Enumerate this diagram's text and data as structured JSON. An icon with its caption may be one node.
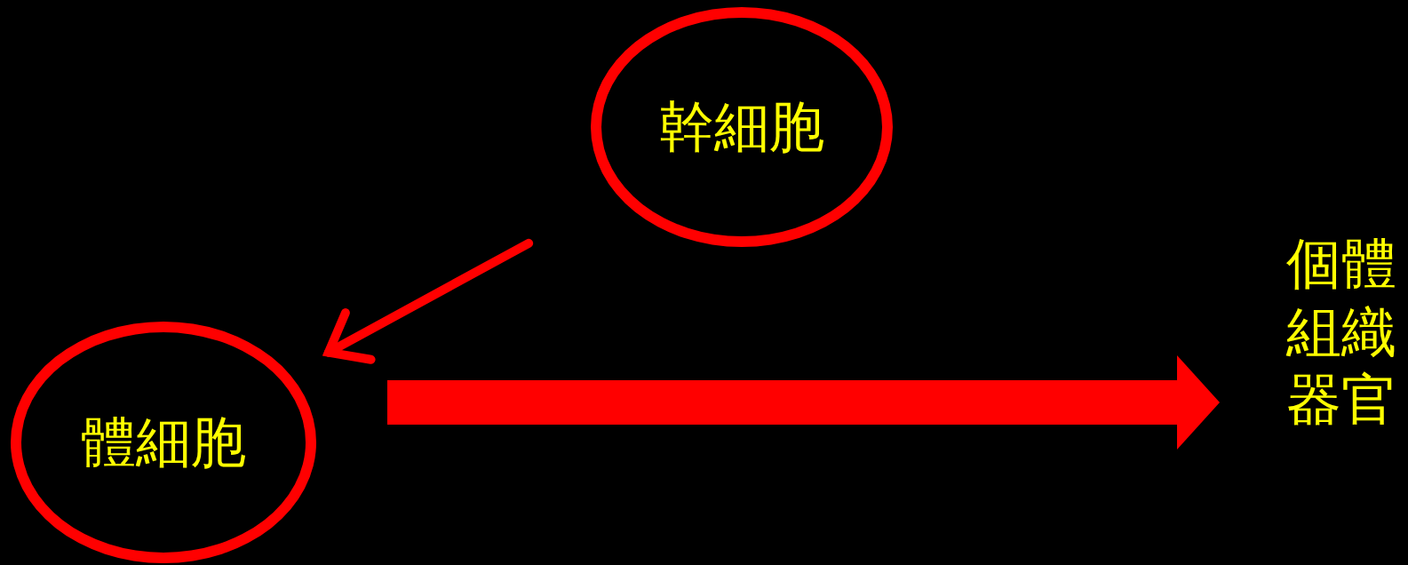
{
  "diagram": {
    "nodes": [
      {
        "text": [
          "幹細胞"
        ]
      },
      {
        "text": [
          "體細胞"
        ]
      },
      {
        "text": [
          "個體組織器官"
        ]
      }
    ],
    "edges": [
      {
        "from": 0,
        "to": 1,
        "arrow": "to"
      },
      {
        "from": 1,
        "to": 2,
        "arrow": "to",
        "style": "thick"
      }
    ]
  }
}
